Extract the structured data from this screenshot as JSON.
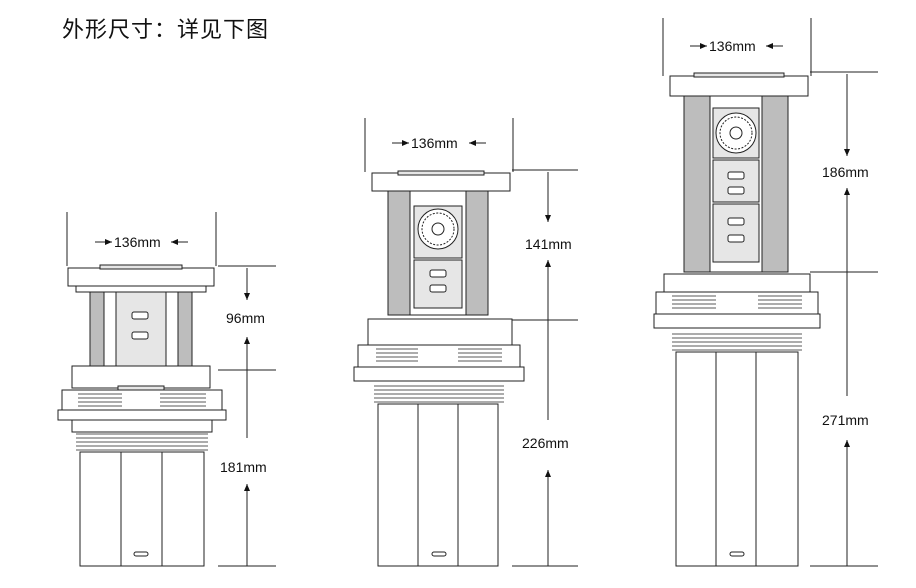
{
  "title": "外形尺寸：详见下图",
  "unit_width_label": "136mm",
  "small": {
    "top_label": "96mm",
    "bottom_label": "181mm"
  },
  "medium": {
    "top_label": "141mm",
    "bottom_label": "226mm"
  },
  "large": {
    "top_label": "186mm",
    "bottom_label": "271mm"
  }
}
